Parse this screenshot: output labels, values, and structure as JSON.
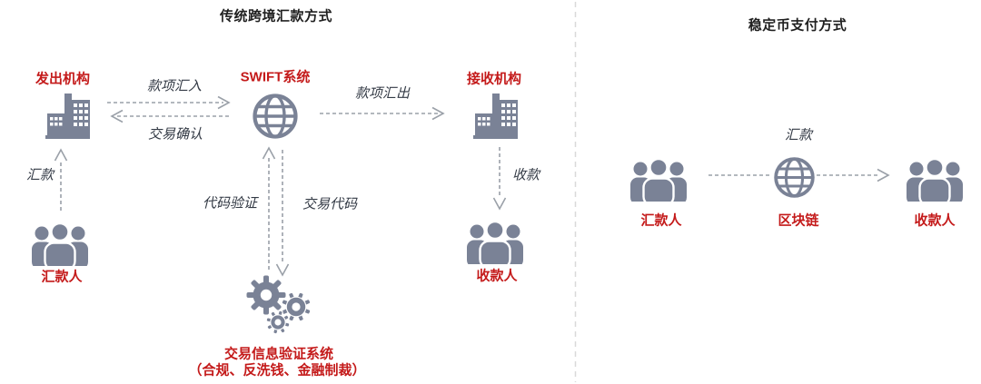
{
  "colors": {
    "accent_red": "#c41a1a",
    "icon_slate": "#7a8296",
    "arrow_gray": "#9aa0a8",
    "divider_gray": "#d9d9d9",
    "title_black": "#1f1f1f",
    "flow_ink": "#333a45"
  },
  "icon_names": [
    "building-icon",
    "globe-icon",
    "people-group-icon",
    "gears-icon",
    "dashed-arrow"
  ],
  "left_panel": {
    "title": "传统跨境汇款方式",
    "nodes": {
      "sender_institution": "发出机构",
      "swift_system": "SWIFT系统",
      "receiver_institution": "接收机构",
      "remitter": "汇款人",
      "payee": "收款人",
      "verification_line1": "交易信息验证系统",
      "verification_line2": "（合规、反洗钱、金融制裁）"
    },
    "flows": {
      "funds_in": "款项汇入",
      "confirm": "交易确认",
      "funds_out": "款项汇出",
      "remit": "汇款",
      "receive": "收款",
      "code_verify": "代码验证",
      "transaction_code": "交易代码"
    }
  },
  "right_panel": {
    "title": "稳定币支付方式",
    "nodes": {
      "remitter": "汇款人",
      "blockchain": "区块链",
      "payee": "收款人"
    },
    "flows": {
      "remit": "汇款"
    }
  }
}
